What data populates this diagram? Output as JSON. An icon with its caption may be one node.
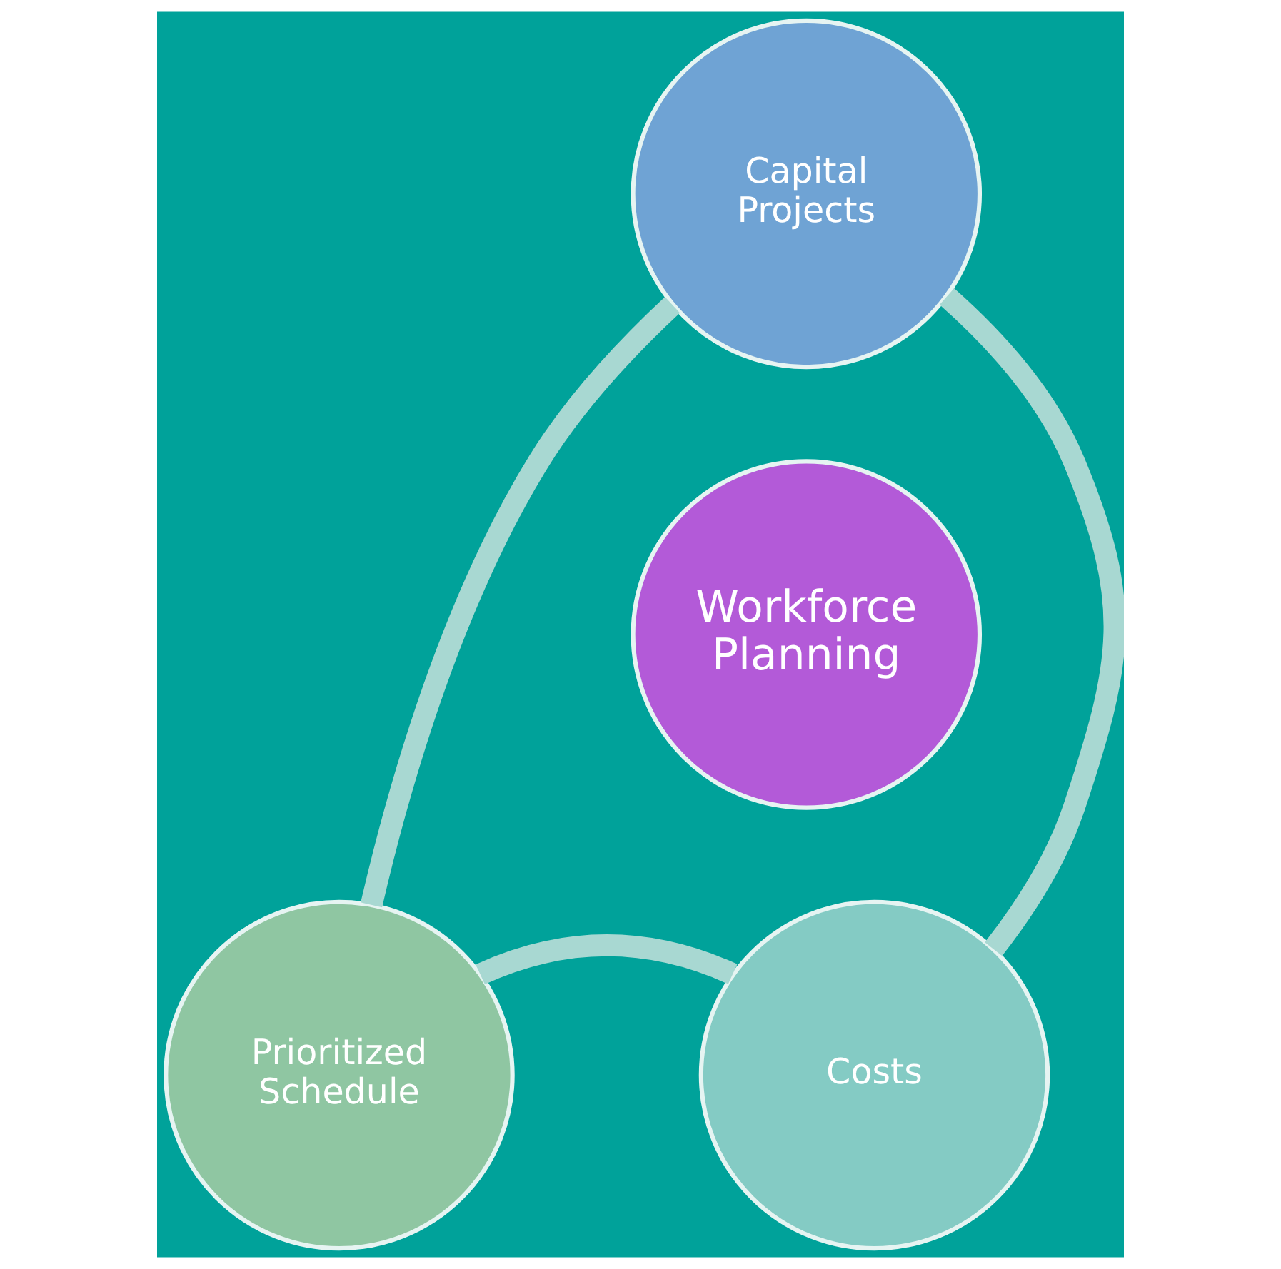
{
  "diagram": {
    "nodes": [
      {
        "text": [
          "Capital Projects"
        ]
      },
      {
        "text": [
          "Workforce Planning"
        ]
      },
      {
        "text": [
          "Prioritized Schedule"
        ]
      },
      {
        "text": [
          "Costs"
        ]
      }
    ],
    "edges": [
      {
        "from": 0,
        "to": 3,
        "arrow": "none"
      },
      {
        "from": 3,
        "to": 2,
        "arrow": "none"
      },
      {
        "from": 2,
        "to": 0,
        "arrow": "none"
      }
    ]
  }
}
